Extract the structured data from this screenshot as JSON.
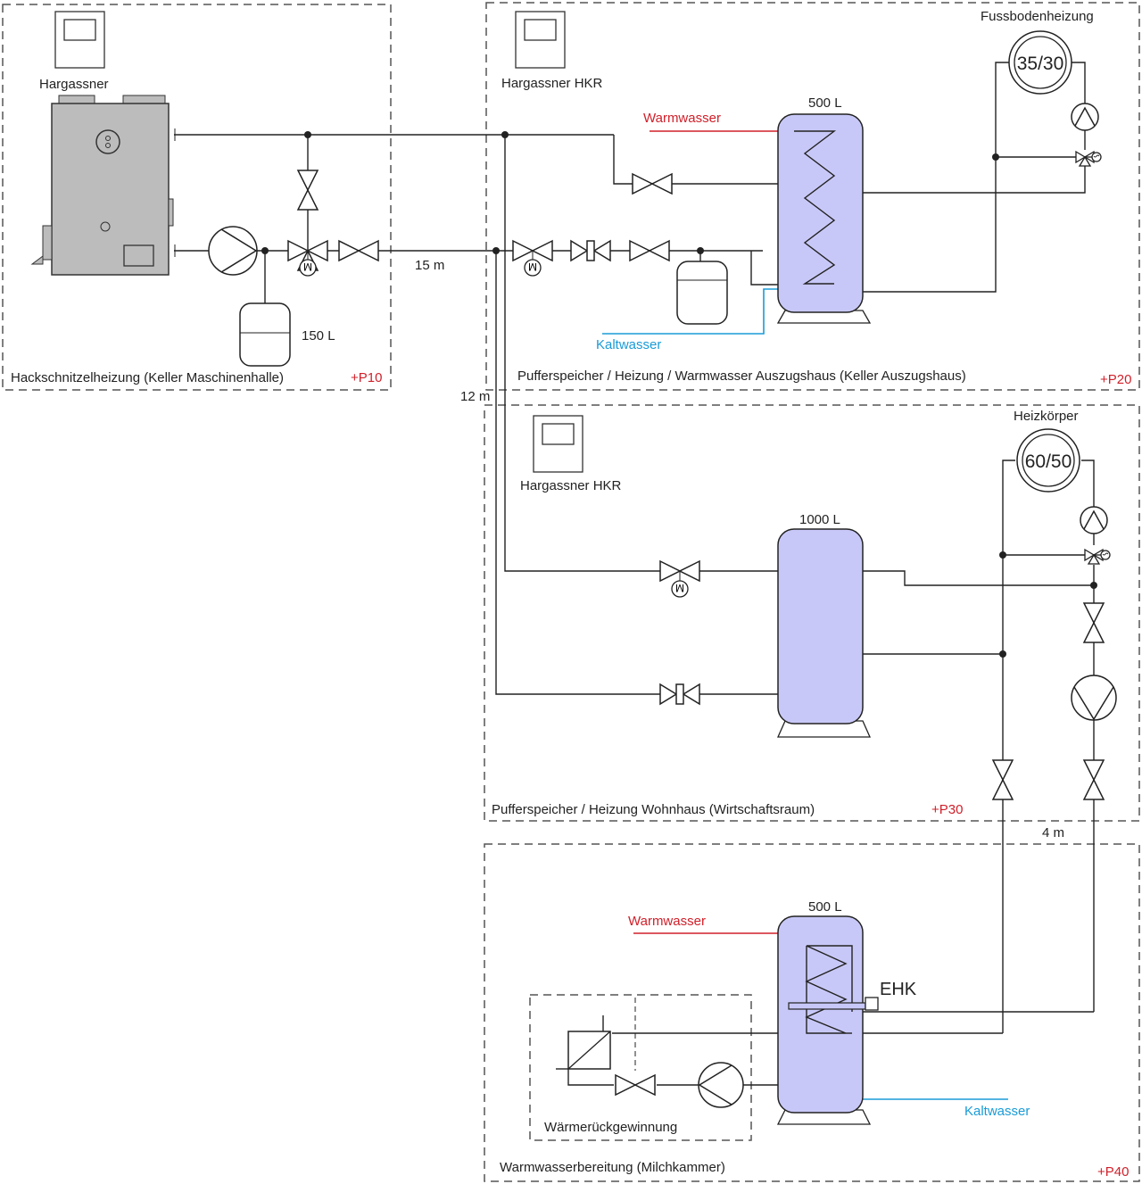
{
  "colors": {
    "hot_water": "#d0202a",
    "cold_water": "#1a9bd7",
    "tank_fill": "#c8c8f8",
    "boiler_fill": "#bcbcbc",
    "line": "#222222",
    "zone_code": "#d0202a"
  },
  "zones": {
    "p10": {
      "title": "Hackschnitzelheizung (Keller Maschinenhalle)",
      "code": "+P10"
    },
    "p20": {
      "title": "Pufferspeicher / Heizung / Warmwasser Auszugshaus (Keller Auszugshaus)",
      "code": "+P20"
    },
    "p30": {
      "title": "Pufferspeicher / Heizung Wohnhaus (Wirtschaftsraum)",
      "code": "+P30"
    },
    "p40": {
      "title": "Warmwasserbereitung (Milchkammer)",
      "code": "+P40"
    }
  },
  "components": {
    "boiler_controller": "Hargassner",
    "hkr_controller_1": "Hargassner HKR",
    "hkr_controller_2": "Hargassner HKR",
    "expansion_tank_boiler": "150 L",
    "tank_p20": "500 L",
    "tank_p30": "1000 L",
    "tank_p40": "500 L",
    "floor_heating": {
      "label": "Fussbodenheizung",
      "temps": "35/30"
    },
    "radiators": {
      "label": "Heizkörper",
      "temps": "60/50"
    },
    "electric_heater": "EHK",
    "heat_recovery": "Wärmerückgewinnung",
    "warmwasser_p20": "Warmwasser",
    "kaltwasser_p20": "Kaltwasser",
    "warmwasser_p40": "Warmwasser",
    "kaltwasser_p40": "Kaltwasser"
  },
  "distances": {
    "d15": "15 m",
    "d12": "12 m",
    "d4": "4 m"
  },
  "motor_label": "M"
}
